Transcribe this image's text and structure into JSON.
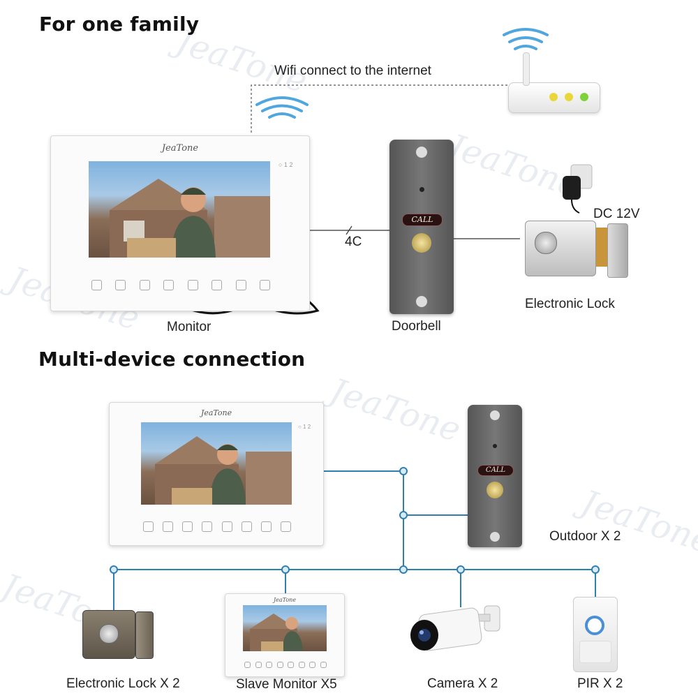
{
  "sections": {
    "one_family": "For one family",
    "multi_device": "Multi-device connection"
  },
  "brand": "JeaTone",
  "screen_indicators": "○ 1 2",
  "top_diagram": {
    "wifi_label": "Wifi connect to the internet",
    "wire_label": "4C",
    "dc_label": "DC 12V",
    "monitor_label": "Monitor",
    "doorbell_label": "Doorbell",
    "lock_label": "Electronic Lock",
    "call_text": "CALL"
  },
  "bottom_diagram": {
    "outdoor_label": "Outdoor X 2",
    "lock_label": "Electronic Lock X 2",
    "slave_label": "Slave Monitor X5",
    "camera_label": "Camera X 2",
    "pir_label": "PIR X 2",
    "call_text": "CALL"
  },
  "colors": {
    "bus_line": "#2f7fb0",
    "bus_node": "#d8ecf8",
    "wifi": "#4fa7dd",
    "router_led_yellow": "#e9d73a",
    "router_led_green": "#7fd13a"
  }
}
